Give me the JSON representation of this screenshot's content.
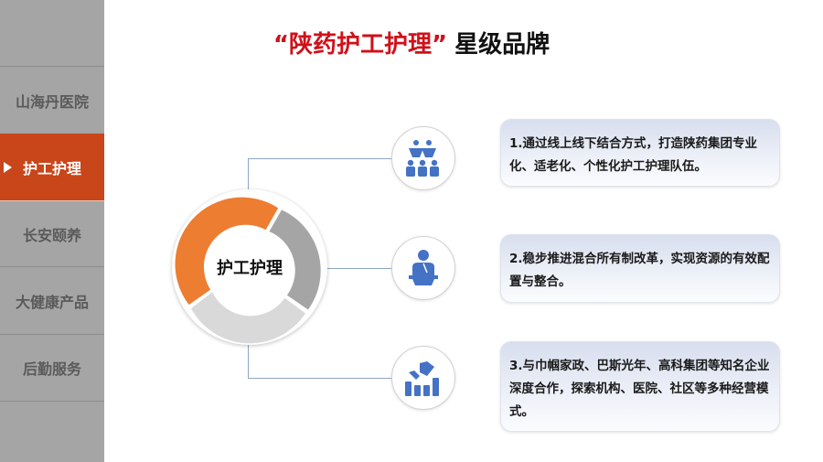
{
  "sidebar": {
    "items": [
      {
        "label": "山海丹医院",
        "active": false
      },
      {
        "label": "护工护理",
        "active": true
      },
      {
        "label": "长安颐养",
        "active": false
      },
      {
        "label": "大健康产品",
        "active": false
      },
      {
        "label": "后勤服务",
        "active": false
      }
    ],
    "active_indicator_icon": "triangle-right-icon"
  },
  "header": {
    "title_highlight": "“陕药护工护理”",
    "title_rest": "星级品牌"
  },
  "center": {
    "label": "护工护理",
    "ring_segments": [
      {
        "color": "#ed7d31",
        "name": "orange"
      },
      {
        "color": "#a5a5a5",
        "name": "dark-gray"
      },
      {
        "color": "#d9d9d9",
        "name": "light-gray"
      }
    ]
  },
  "points": [
    {
      "icon": "conference-audience-icon",
      "text": "1.通过线上线下结合方式，打造陕药集团专业化、适老化、个性化护工护理队伍。"
    },
    {
      "icon": "speaker-podium-icon",
      "text": "2.稳步推进混合所有制改革，实现资源的有效配置与整合。"
    },
    {
      "icon": "handshake-growth-icon",
      "text": "3.与巾帼家政、巴斯光年、高科集团等知名企业深度合作，探索机构、医院、社区等多种经营模式。"
    }
  ],
  "colors": {
    "sidebar_bg": "#a5a5a5",
    "active_bg": "#c9451a",
    "title_red": "#d0101a",
    "icon_blue": "#4472c4",
    "connector": "#8ea6c8"
  }
}
